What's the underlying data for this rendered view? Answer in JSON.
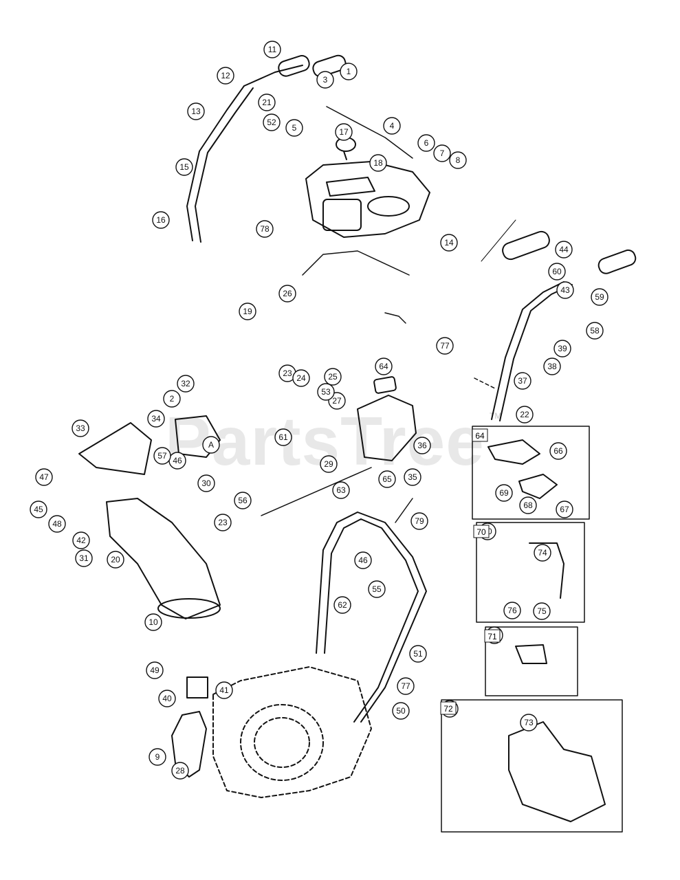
{
  "watermark": "PartsTree",
  "trademark": "TM",
  "callouts": [
    "1",
    "2",
    "3",
    "4",
    "5",
    "6",
    "7",
    "8",
    "9",
    "10",
    "11",
    "12",
    "13",
    "14",
    "15",
    "16",
    "17",
    "18",
    "19",
    "20",
    "21",
    "22",
    "23",
    "24",
    "25",
    "26",
    "27",
    "28",
    "29",
    "30",
    "31",
    "32",
    "33",
    "34",
    "35",
    "36",
    "37",
    "38",
    "39",
    "40",
    "41",
    "42",
    "43",
    "44",
    "45",
    "46",
    "47",
    "48",
    "49",
    "50",
    "51",
    "52",
    "53",
    "55",
    "56",
    "57",
    "58",
    "59",
    "60",
    "61",
    "62",
    "63",
    "64",
    "65",
    "66",
    "67",
    "68",
    "69",
    "70",
    "71",
    "72",
    "73",
    "74",
    "75",
    "76",
    "77",
    "78",
    "79",
    "A"
  ],
  "inset_labels": [
    "64",
    "70",
    "71",
    "72"
  ]
}
